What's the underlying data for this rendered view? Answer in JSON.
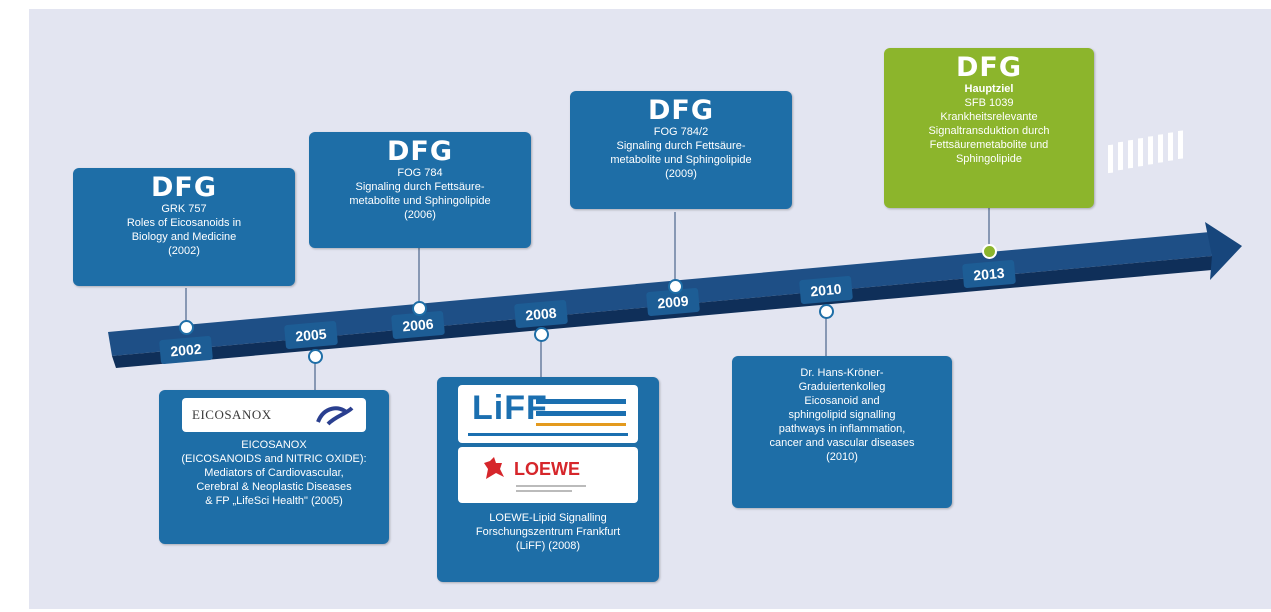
{
  "colors": {
    "box_blue": "#1e6ea7",
    "box_green": "#8cb52c",
    "arrow_dark": "#173f6e",
    "background": "#e3e5f1"
  },
  "milestones": [
    {
      "year": "2002",
      "logo": "DFG",
      "text": [
        "GRK 757",
        "Roles of Eicosanoids in",
        "Biology and Medicine",
        "(2002)"
      ]
    },
    {
      "year": "2006",
      "logo": "DFG",
      "text": [
        "FOG 784",
        "Signaling durch Fettsäure-",
        "metabolite und Sphingolipide",
        "(2006)"
      ]
    },
    {
      "year": "2009",
      "logo": "DFG",
      "text": [
        "FOG 784/2",
        "Signaling durch Fettsäure-",
        "metabolite und Sphingolipide",
        "(2009)"
      ]
    },
    {
      "year": "2013",
      "logo": "DFG",
      "text": [
        "Hauptziel",
        "SFB 1039",
        "Krankheitsrelevante",
        "Signaltransduktion durch",
        "Fettsäuremetabolite und",
        "Sphingolipide"
      ]
    },
    {
      "year": "2005",
      "logo": "EICOSANOX",
      "text": [
        "EICOSANOX",
        "(EICOSANOIDS and NITRIC OXIDE):",
        "Mediators of Cardiovascular,",
        "Cerebral & Neoplastic Diseases",
        "& FP „LifeSci Health\" (2005)"
      ]
    },
    {
      "year": "2008",
      "logo": "LiFF",
      "logo2": "LOEWE",
      "text": [
        "LOEWE-Lipid Signalling",
        "Forschungszentrum Frankfurt",
        "(LiFF) (2008)"
      ]
    },
    {
      "year": "2010",
      "logo": "",
      "text": [
        "Dr. Hans-Kröner-",
        "Graduiertenkolleg",
        "Eicosanoid and",
        "sphingolipid signalling",
        "pathways in inflammation,",
        "cancer and vascular diseases",
        "(2010)"
      ]
    }
  ]
}
